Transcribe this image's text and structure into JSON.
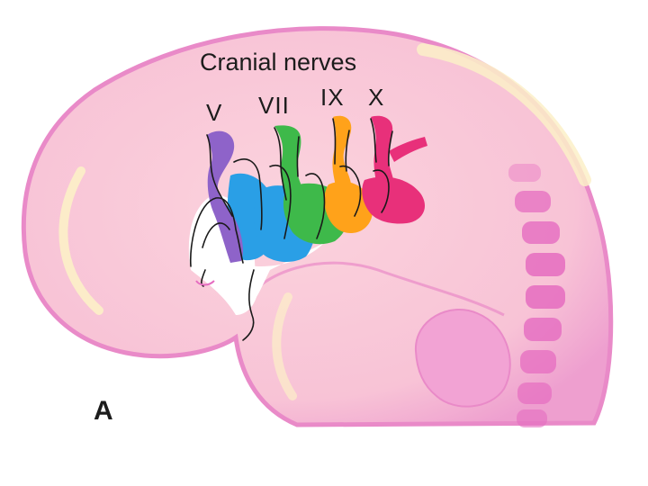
{
  "figure": {
    "title": "Cranial nerves",
    "panel_letter": "A",
    "nerves": [
      {
        "label": "V",
        "color": "#8e63c9"
      },
      {
        "label": "VII",
        "color": "#38c640"
      },
      {
        "label": "IX",
        "color": "#ffa21a"
      },
      {
        "label": "X",
        "color": "#e8307a"
      }
    ],
    "colors": {
      "embryo_fill": "#f9c9d6",
      "embryo_edge": "#e682c2",
      "highlight_yellow": "#fcf0c8",
      "arch_blue": "#2a9fe6",
      "somite_pink": "#e56cc0"
    }
  }
}
